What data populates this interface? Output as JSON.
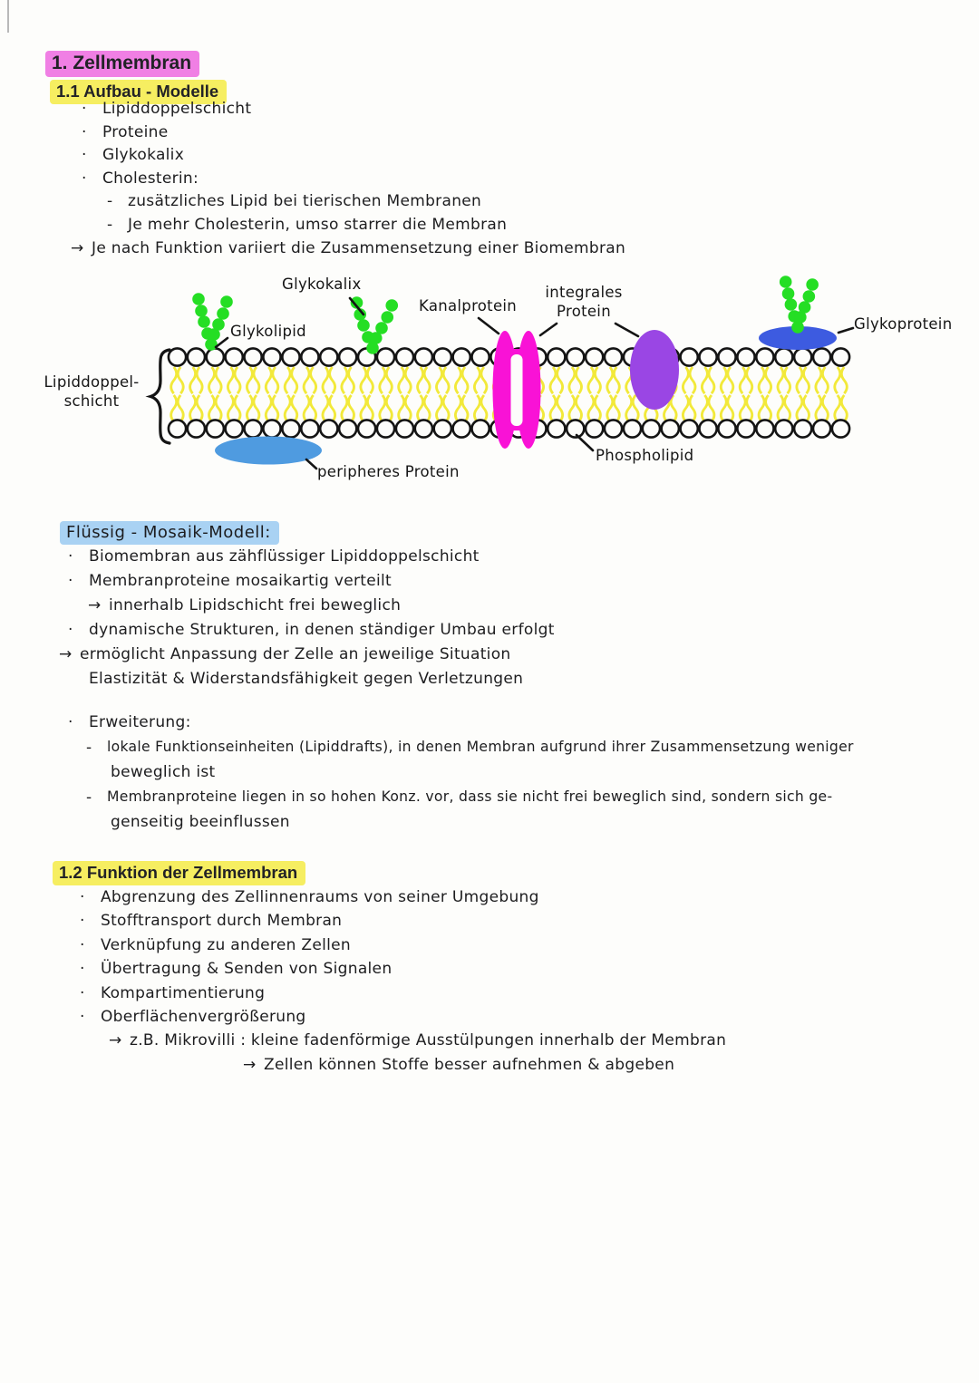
{
  "title": {
    "label": "1. Zellmembran",
    "highlight": "#F07FE4"
  },
  "aufbau": {
    "heading": "1.1 Aufbau - Modelle",
    "highlight": "#F6EE61",
    "items": [
      {
        "m": "·",
        "t": "Lipiddoppelschicht",
        "lv": 1
      },
      {
        "m": "·",
        "t": "Proteine",
        "lv": 1
      },
      {
        "m": "·",
        "t": "Glykokalix",
        "lv": 1
      },
      {
        "m": "·",
        "t": "Cholesterin:",
        "lv": 1
      },
      {
        "m": "-",
        "t": "zusätzliches Lipid bei tierischen Membranen",
        "lv": 2
      },
      {
        "m": "-",
        "t": "Je mehr Cholesterin, umso starrer die Membran",
        "lv": 2
      },
      {
        "m": "→",
        "t": "Je nach Funktion variiert die Zusammensetzung einer Biomembran",
        "lv": 0
      }
    ]
  },
  "diagram": {
    "labels": {
      "glykokalix": "Glykokalix",
      "glykolipid": "Glykolipid",
      "kanalprotein": "Kanalprotein",
      "integrales_line1": "integrales",
      "integrales_line2": "Protein",
      "glykoprotein": "Glykoprotein",
      "lipiddoppel_line1": "Lipiddoppel-",
      "lipiddoppel_line2": "schicht",
      "peripheres": "peripheres Protein",
      "phospholipid": "Phospholipid"
    },
    "colors": {
      "head_stroke": "#141414",
      "head_fill": "#FDFDFB",
      "tail_yellow": "#F2E93A",
      "channel_magenta": "#F912D6",
      "integral_purple": "#9A46E4",
      "glykoprotein_blue": "#3D5BE0",
      "peripheres_blue": "#4F9BE0",
      "glyko_green": "#25DE24",
      "line_black": "#141414"
    }
  },
  "fluessig": {
    "heading": "Flüssig - Mosaik-Modell:",
    "highlight": "#A9D2F3",
    "items": [
      {
        "m": "·",
        "t": "Biomembran aus zähflüssiger Lipiddoppelschicht",
        "lv": 0
      },
      {
        "m": "·",
        "t": "Membranproteine mosaikartig verteilt",
        "lv": 0
      },
      {
        "m": "→",
        "t": "innerhalb Lipidschicht frei beweglich",
        "lv": 1
      },
      {
        "m": "·",
        "t": "dynamische Strukturen, in denen ständiger Umbau erfolgt",
        "lv": 0
      },
      {
        "m": "→",
        "t": "ermöglicht Anpassung der Zelle an jeweilige Situation",
        "lv": "a"
      },
      {
        "m": "",
        "t": "Elastizität & Widerstandsfähigkeit gegen Verletzungen",
        "lv": 0
      }
    ]
  },
  "erweiterung": {
    "items": [
      {
        "m": "·",
        "t": "Erweiterung:",
        "lv": 0
      },
      {
        "m": "-",
        "t": "lokale Funktionseinheiten (Lipiddrafts), in denen Membran aufgrund ihrer Zusammensetzung weniger",
        "lv": 1
      },
      {
        "m": "",
        "t": "beweglich ist",
        "lv": 2
      },
      {
        "m": "-",
        "t": "Membranproteine liegen in so hohen Konz. vor, dass sie nicht frei beweglich sind, sondern sich ge-",
        "lv": 1
      },
      {
        "m": "",
        "t": "genseitig beeinflussen",
        "lv": 2
      }
    ]
  },
  "funktion": {
    "heading": "1.2 Funktion der Zellmembran",
    "highlight": "#F6EE61",
    "items": [
      {
        "m": "·",
        "t": "Abgrenzung des Zellinnenraums von seiner Umgebung",
        "lv": 0
      },
      {
        "m": "·",
        "t": "Stofftransport durch Membran",
        "lv": 0
      },
      {
        "m": "·",
        "t": "Verknüpfung zu anderen Zellen",
        "lv": 0
      },
      {
        "m": "·",
        "t": "Übertragung & Senden von Signalen",
        "lv": 0
      },
      {
        "m": "·",
        "t": "Kompartimentierung",
        "lv": 0
      },
      {
        "m": "·",
        "t": "Oberflächenvergrößerung",
        "lv": 0
      },
      {
        "m": "→",
        "t": "z.B. Mikrovilli : kleine fadenförmige Ausstülpungen innerhalb der Membran",
        "lv": 1
      },
      {
        "m": "→",
        "t": "Zellen können Stoffe besser aufnehmen & abgeben",
        "lv": 2
      }
    ]
  }
}
